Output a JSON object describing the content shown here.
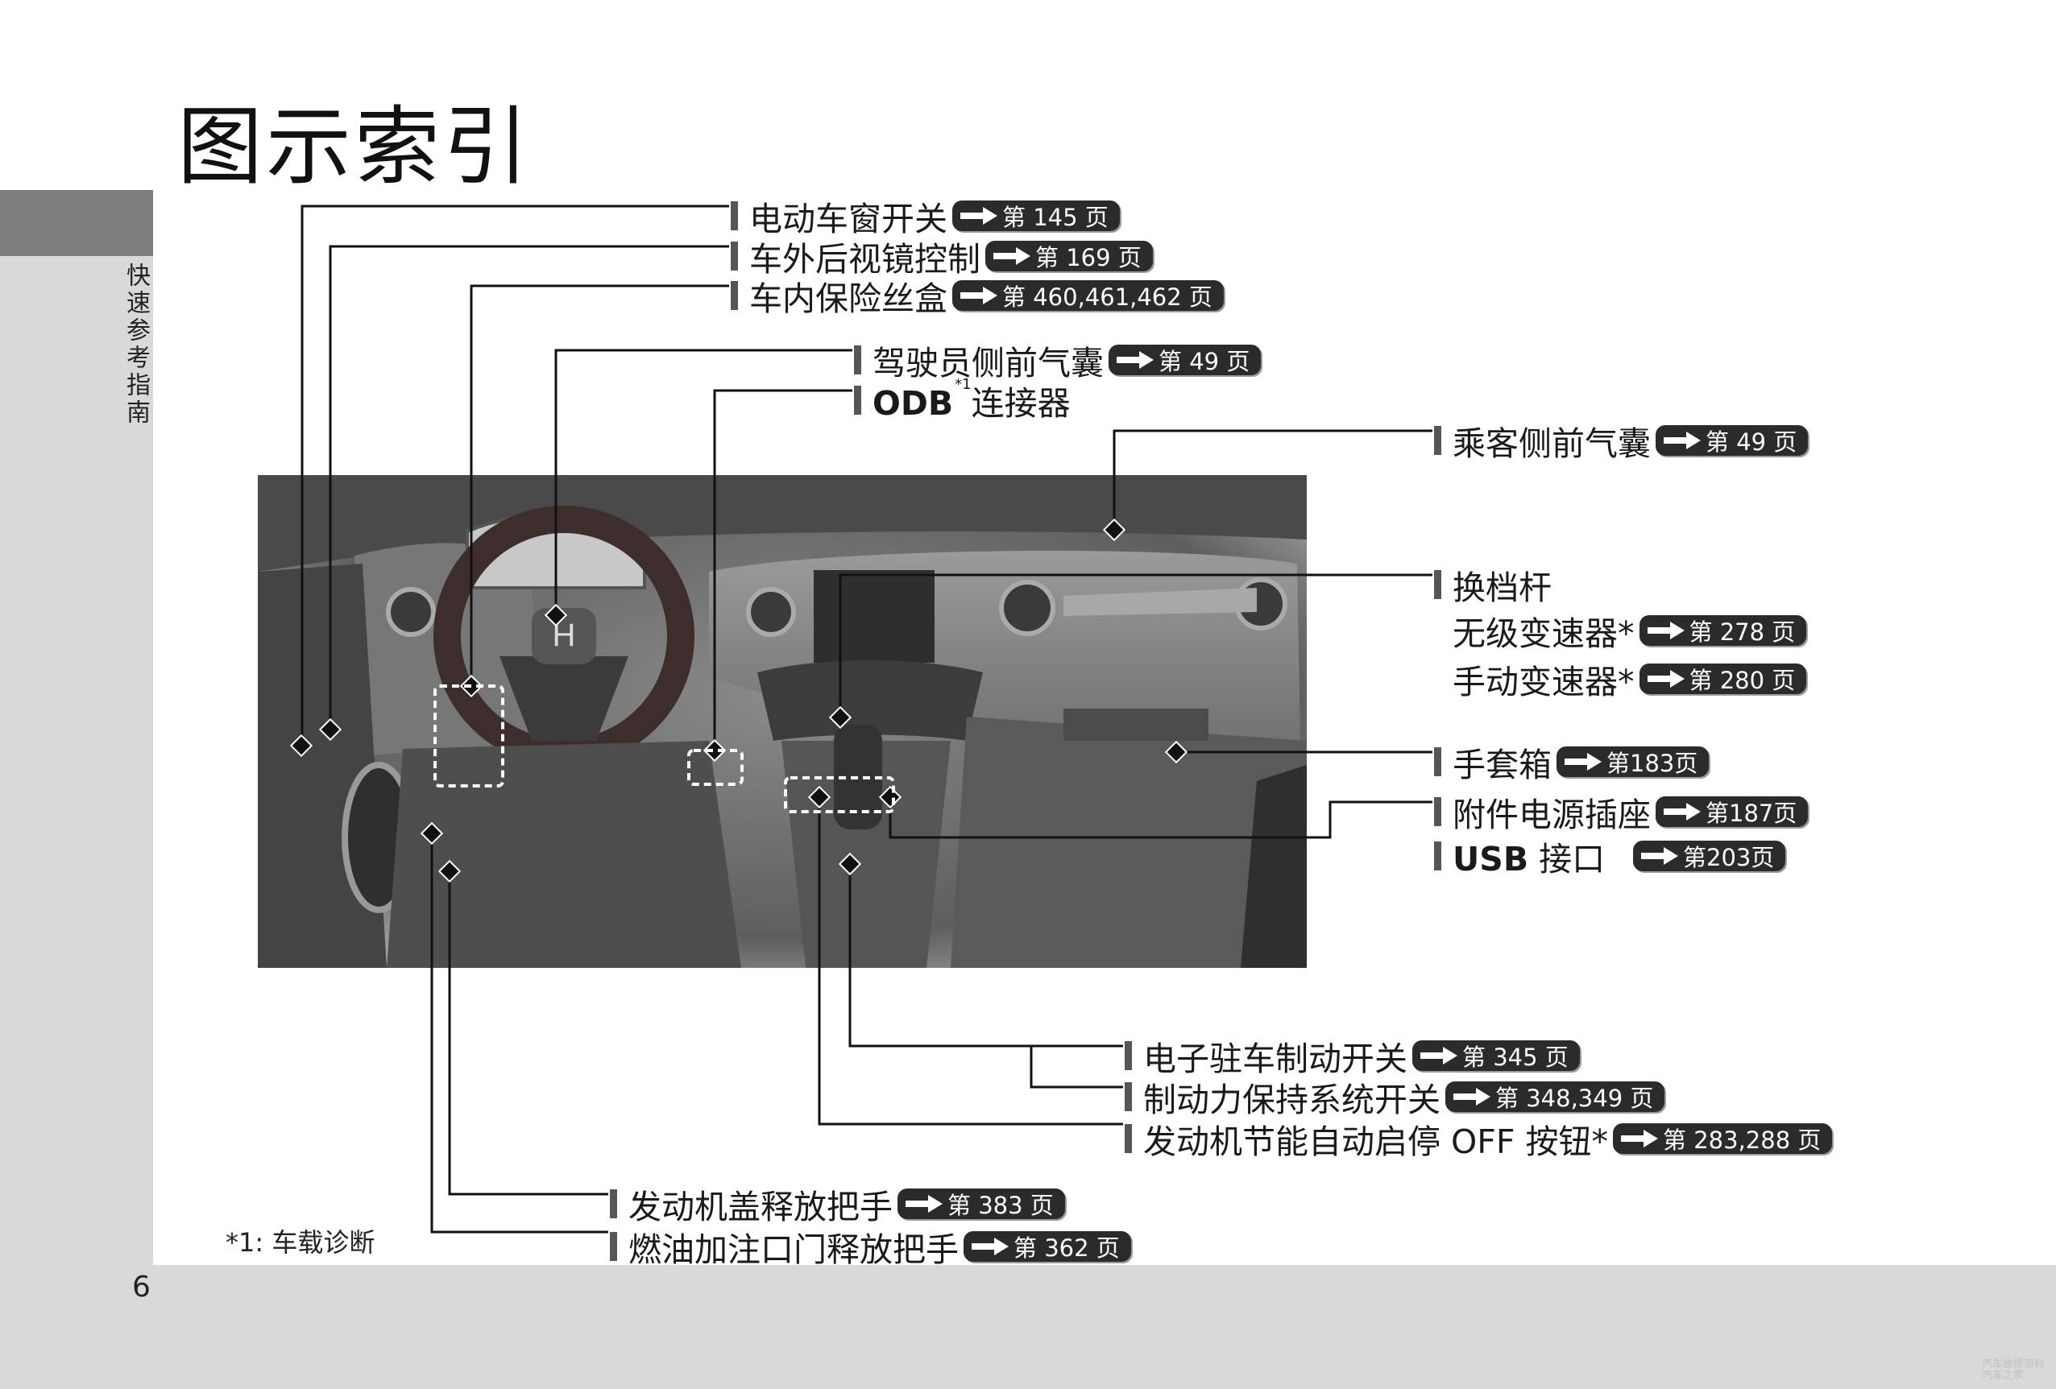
{
  "page": {
    "title": "图示索引",
    "side_label": "快速参考指南",
    "page_number": "6",
    "footnote": "*1: 车载诊断",
    "watermark": "汽车维修资料 汽车之家"
  },
  "callouts": [
    {
      "label": "电动车窗开关",
      "page_ref": "第 145 页"
    },
    {
      "label": "车外后视镜控制",
      "page_ref": "第 169 页"
    },
    {
      "label": "车内保险丝盒",
      "page_ref": "第 460,461,462 页"
    },
    {
      "label": "驾驶员侧前气囊",
      "page_ref": "第 49 页"
    },
    {
      "label_bold": "ODB",
      "label_sup": "*1",
      "label": "连接器"
    },
    {
      "label": "乘客侧前气囊",
      "page_ref": "第 49 页"
    },
    {
      "label": "换档杆"
    },
    {
      "label": "无级变速器*",
      "page_ref": "第 278 页"
    },
    {
      "label": "手动变速器*",
      "page_ref": "第 280 页"
    },
    {
      "label": "手套箱",
      "page_ref": "第183页"
    },
    {
      "label": "附件电源插座",
      "page_ref": "第187页"
    },
    {
      "label_bold": "USB",
      "label": " 接口",
      "page_ref": "第203页"
    },
    {
      "label": "电子驻车制动开关",
      "page_ref": "第 345 页"
    },
    {
      "label": "制动力保持系统开关",
      "page_ref": "第 348,349 页"
    },
    {
      "label": "发动机节能自动启停 OFF 按钮*",
      "page_ref": "第 283,288 页"
    },
    {
      "label": "发动机盖释放把手",
      "page_ref": "第 383 页"
    },
    {
      "label": "燃油加注口门释放把手",
      "page_ref": "第 362 页"
    }
  ]
}
